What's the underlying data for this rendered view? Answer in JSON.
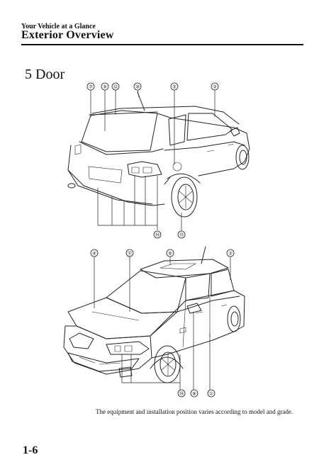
{
  "header": {
    "section": "Your Vehicle at a Glance",
    "title": "Exterior Overview"
  },
  "heading": "5 Door",
  "caption": "The equipment and installation position varies according to model and grade.",
  "page_number": "1-6",
  "callouts_top": [
    "⑦",
    "⑨",
    "⑫",
    "⑩",
    "⑤",
    "③",
    "⑭",
    "⑬"
  ],
  "callouts_bottom": [
    "④",
    "⑪",
    "⑥",
    "②",
    "⑭",
    "⑧",
    "①"
  ]
}
